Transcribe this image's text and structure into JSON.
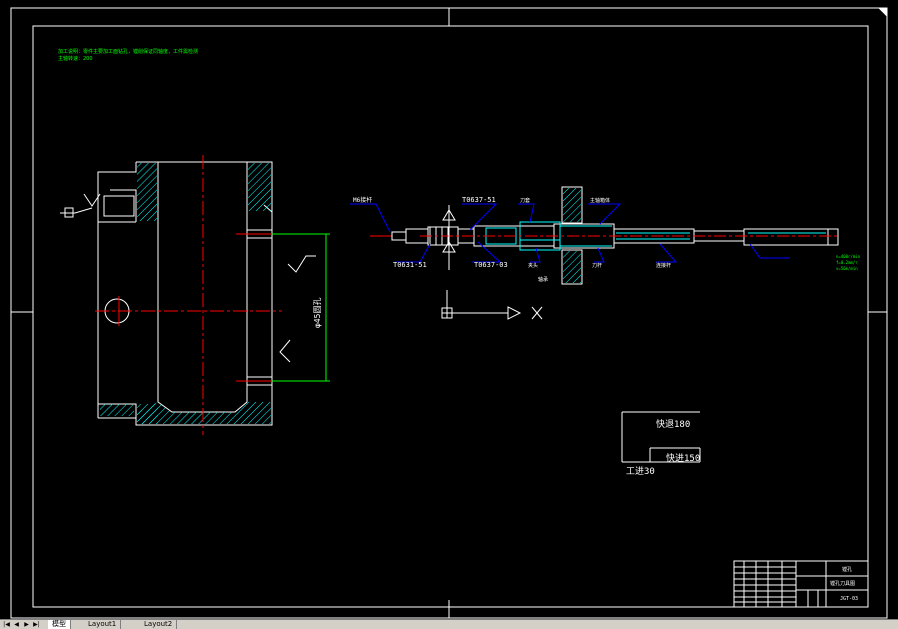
{
  "drawing": {
    "notes": {
      "line1": "加工说明：零件主要加工面钻孔，镗削保证同轴度，工件需检测",
      "line2": "主轴转速：200"
    },
    "labels": {
      "m6": "M6接杆",
      "t0637_51": "T0637-51",
      "t0631_51": "T0631-51",
      "t0637_03": "T0637-03",
      "dao_tao": "刀套",
      "jia_tou": "夹头",
      "dao_gan": "刀杆",
      "zhou_cheng": "轴承",
      "zhu_zhou": "主轴箱体",
      "lian_jie": "连接杆",
      "bore_dim": "φ45圆孔",
      "fast_back": "快退180",
      "fast_fwd": "快进150",
      "work_feed": "工进30",
      "param1": "n=400r/min",
      "param2": "f=0.2mm/r",
      "param3": "v=56m/min"
    },
    "title_block": {
      "name": "镗孔",
      "sheet": "镗孔刀具图",
      "code": "JGT-03"
    },
    "colors": {
      "line": "#ffffff",
      "center": "#ff0000",
      "hatch": "#00ffff",
      "leader": "#0000ff",
      "dim": "#00ff00"
    }
  },
  "tabs": {
    "model": "模型",
    "layout1": "Layout1",
    "layout2": "Layout2"
  }
}
